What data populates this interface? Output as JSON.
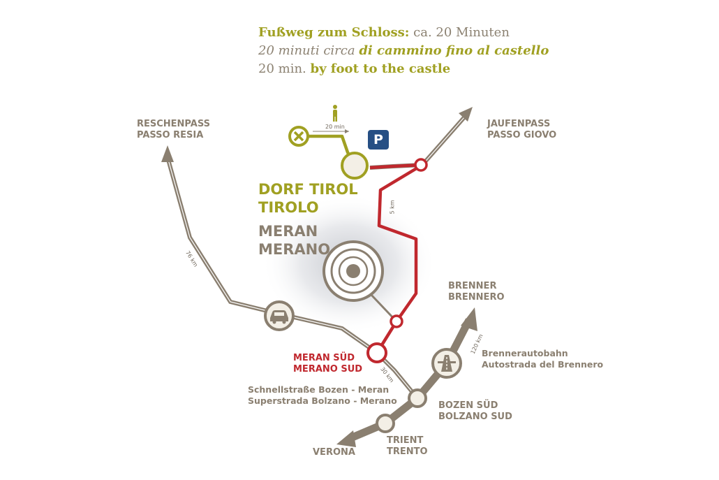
{
  "header": {
    "line1_bold": "Fußweg zum Schloss:",
    "line1_rest": " ca. 20 Minuten",
    "line2_italic": "20 minuti circa ",
    "line2_bold": "di cammino fino al castello",
    "line3_plain": "20 min. ",
    "line3_bold": "by foot to the castle"
  },
  "labels": {
    "reschenpass": "RESCHENPASS",
    "passo_resia": "PASSO RESIA",
    "jaufenpass": "JAUFENPASS",
    "passo_giovo": "PASSO GIOVO",
    "dorf_tirol": "DORF TIROL",
    "tirolo": "TIROLO",
    "meran": "MERAN",
    "merano": "MERANO",
    "brenner": "BRENNER",
    "brennero": "BRENNERO",
    "brennerautobahn": "Brennerautobahn",
    "autostrada": "Autostrada del Brennero",
    "meran_sued": "MERAN SÜD",
    "merano_sud": "MERANO SUD",
    "schnellstrasse": "Schnellstraße Bozen - Meran",
    "superstrada": "Superstrada Bolzano - Merano",
    "bozen_sued": "BOZEN SÜD",
    "bolzano_sud": "BOLZANO SUD",
    "trient": "TRIENT",
    "trento": "TRENTO",
    "verona": "VERONA",
    "parking": "P"
  },
  "distances": {
    "walk": "20 min",
    "jaufen_road": "5 km",
    "reschen_road": "76 km",
    "bozen_road": "30 km",
    "brenner_road": "120 km"
  },
  "icons": [
    "castle-icon",
    "pedestrian-icon",
    "parking-icon",
    "car-icon",
    "motorway-icon",
    "city-center-icon"
  ],
  "colors": {
    "road": "#8a7f70",
    "route_red": "#c0282e",
    "walk_green": "#a0a022",
    "parking_blue": "#264f84"
  }
}
